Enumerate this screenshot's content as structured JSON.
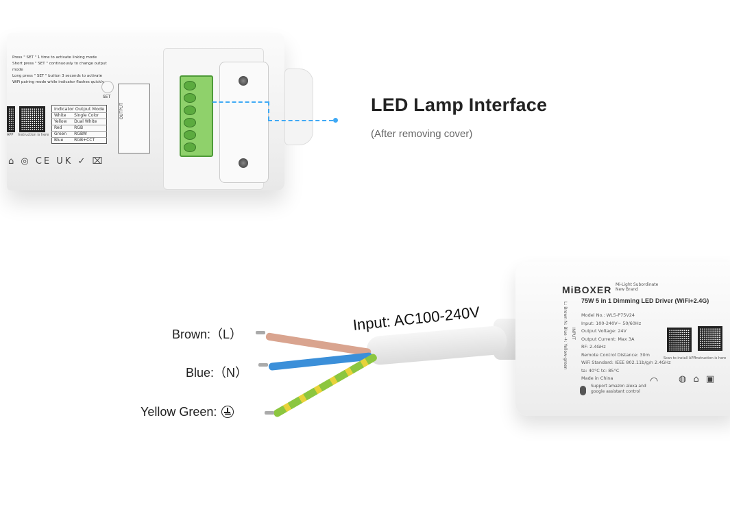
{
  "top_section": {
    "title": "LED Lamp Interface",
    "subtitle": "(After removing cover)"
  },
  "top_device": {
    "instructions": [
      "Press \" SET \" 1 time to activate linking mode",
      "Short press \" SET \" continuously to change output mode",
      "Long press \" SET \" button 3 seconds to activate WiFi pairing mode while indicator flashes quickly"
    ],
    "set_label": "SET",
    "qr_caption": "Instruction is here",
    "app_caption": "APP",
    "table_title": "Indicator Output Mode",
    "table_rows": [
      [
        "White",
        "Single Color"
      ],
      [
        "Yellow",
        "Dual White"
      ],
      [
        "Red",
        "RGB"
      ],
      [
        "Green",
        "RGBW"
      ],
      [
        "Blue",
        "RGB+CCT"
      ]
    ],
    "output_label": "OUTPUT"
  },
  "bottom_device": {
    "brand": "MiBOXER",
    "brand_sub": "Mi-Light Subordinate New Brand",
    "model_title": "75W 5 in 1 Dimming LED Driver (WiFi+2.4G)",
    "specs": [
      "Model No.: WL5-P75V24",
      "Input: 100-240V~ 50/60Hz",
      "Output Voltage: 24V",
      "Output Current: Max 3A",
      "RF: 2.4GHz",
      "Remote Control Distance: 30m",
      "WiFi Standard: IEEE 802.11b/g/n  2.4GHz",
      "ta: 40°C    tc: 85°C",
      "Made in China"
    ],
    "input_side": "L: Brown  N: Blue  ⏚: Yellow-green",
    "input_label": "INPUT",
    "voice_support": "Support amazon alexa and google assistant control",
    "scan_caption": "Scan to install APP",
    "instruction_caption": "Instruction is here"
  },
  "wires": {
    "brown_label": "Brown:（L）",
    "blue_label": "Blue:（N）",
    "ground_label": "Yellow Green:",
    "input_label": "Input: AC100-240V"
  },
  "colors": {
    "accent_blue": "#3fa9f5",
    "terminal_green": "#8fd16b",
    "wire_brown": "#d9a48f",
    "wire_blue": "#3b8fd9",
    "wire_yellow_green": "#8cc63f"
  }
}
